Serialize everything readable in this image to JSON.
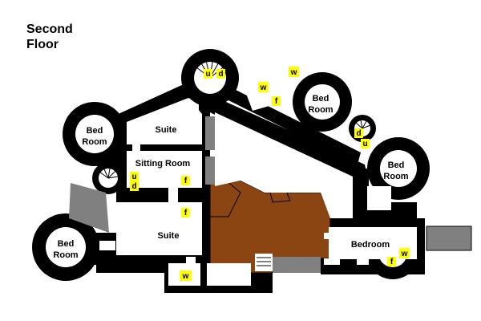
{
  "title": {
    "line1": "Second",
    "line2": "Floor"
  },
  "rooms": {
    "bed_room_nw": {
      "line1": "Bed",
      "line2": "Room"
    },
    "suite_north": "Suite",
    "sitting_room": "Sitting Room",
    "suite_south": "Suite",
    "bed_room_sw": {
      "line1": "Bed",
      "line2": "Room"
    },
    "bed_room_ne": {
      "line1": "Bed",
      "line2": "Room"
    },
    "bed_room_e": {
      "line1": "Bed",
      "line2": "Room"
    },
    "bedroom_se": "Bedroom"
  },
  "keys": {
    "u": "u",
    "d": "d",
    "w": "w",
    "f": "f"
  },
  "colors": {
    "wall": "#000000",
    "roof": "#8b4513",
    "grey": "#808080",
    "key": "#ffff00"
  }
}
